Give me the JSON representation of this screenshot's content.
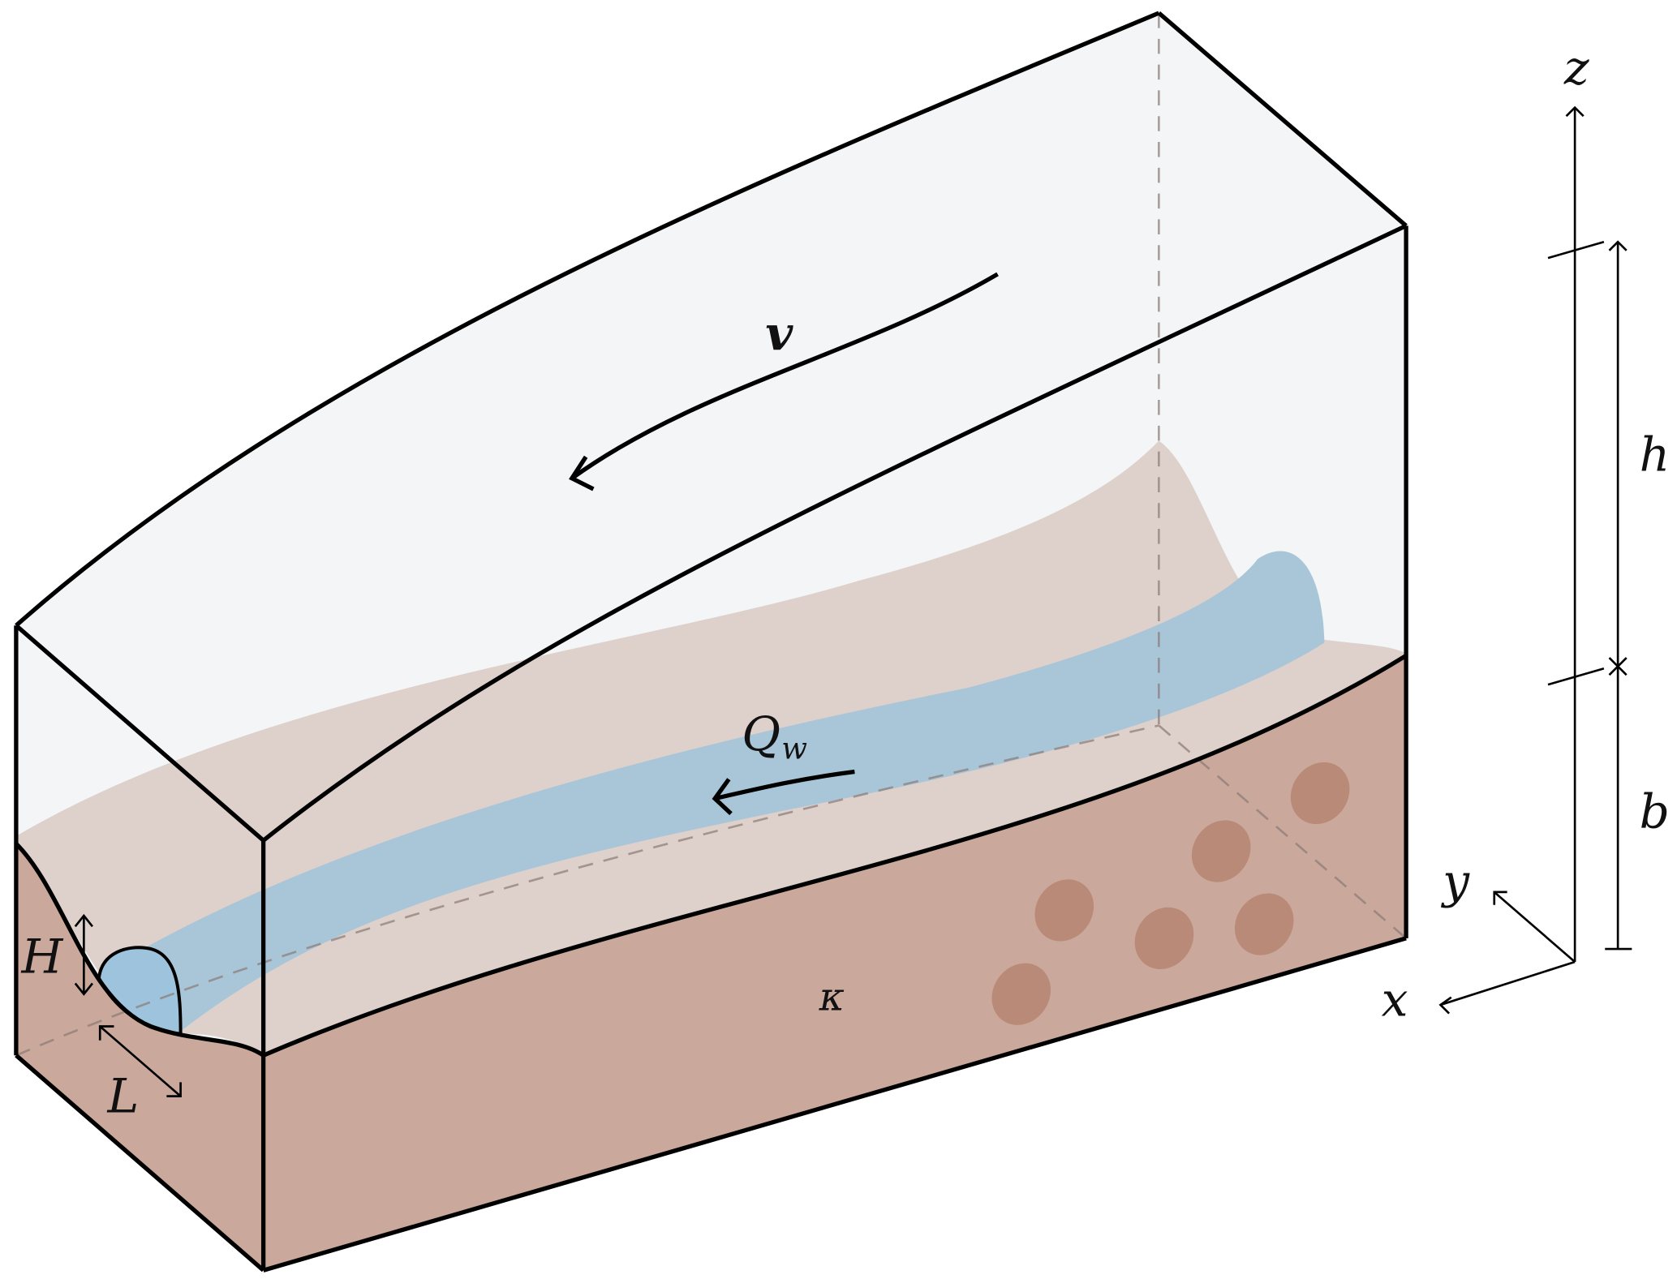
{
  "labels": {
    "velocity": "v",
    "discharge": "Q",
    "discharge_sub": "w",
    "permeability": "κ",
    "channel_height": "H",
    "channel_width": "L",
    "ice_thickness": "h",
    "bed_thickness": "b",
    "axis_x": "x",
    "axis_y": "y",
    "axis_z": "z"
  },
  "colors": {
    "ice": "#f3f5f7",
    "sediment_surface": "#ded0ca",
    "sediment": "#caa99c",
    "water": "#a9c6d8",
    "channel": "#9dc4dc",
    "inclusion": "#b98a78"
  }
}
